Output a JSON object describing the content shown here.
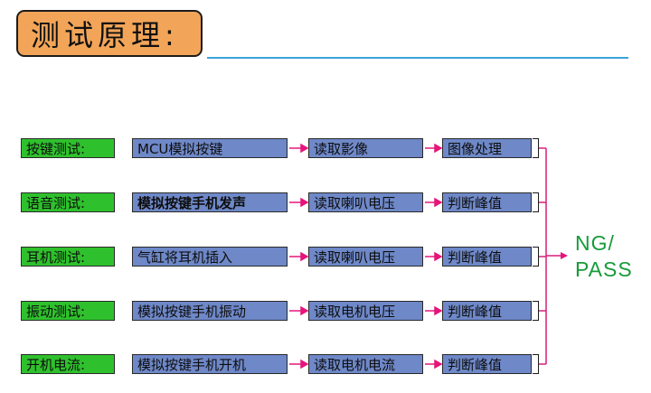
{
  "title": "测试原理:",
  "rows": [
    {
      "category": "按键测试:",
      "step1": "MCU模拟按键",
      "step2": "读取影像",
      "step3": "图像处理"
    },
    {
      "category": "语音测试:",
      "step1": "模拟按键手机发声",
      "step2": "读取喇叭电压",
      "step3": "判断峰值"
    },
    {
      "category": "耳机测试:",
      "step1": "气缸将耳机插入",
      "step2": "读取喇叭电压",
      "step3": "判断峰值"
    },
    {
      "category": "振动测试:",
      "step1": "模拟按键手机振动",
      "step2": "读取电机电压",
      "step3": "判断峰值"
    },
    {
      "category": "开机电流:",
      "step1": "模拟按键手机开机",
      "step2": "读取电机电流",
      "step3": "判断峰值"
    }
  ],
  "result": {
    "line1": "NG/",
    "line2": "PASS"
  },
  "colors": {
    "title_box": "#f2a558",
    "title_rule": "#3aa3d9",
    "category_box": "#2fc12d",
    "step_box": "#6e88c8",
    "arrow": "#e5157a",
    "connector": "#d81f7a",
    "result_text": "#179b3a"
  }
}
